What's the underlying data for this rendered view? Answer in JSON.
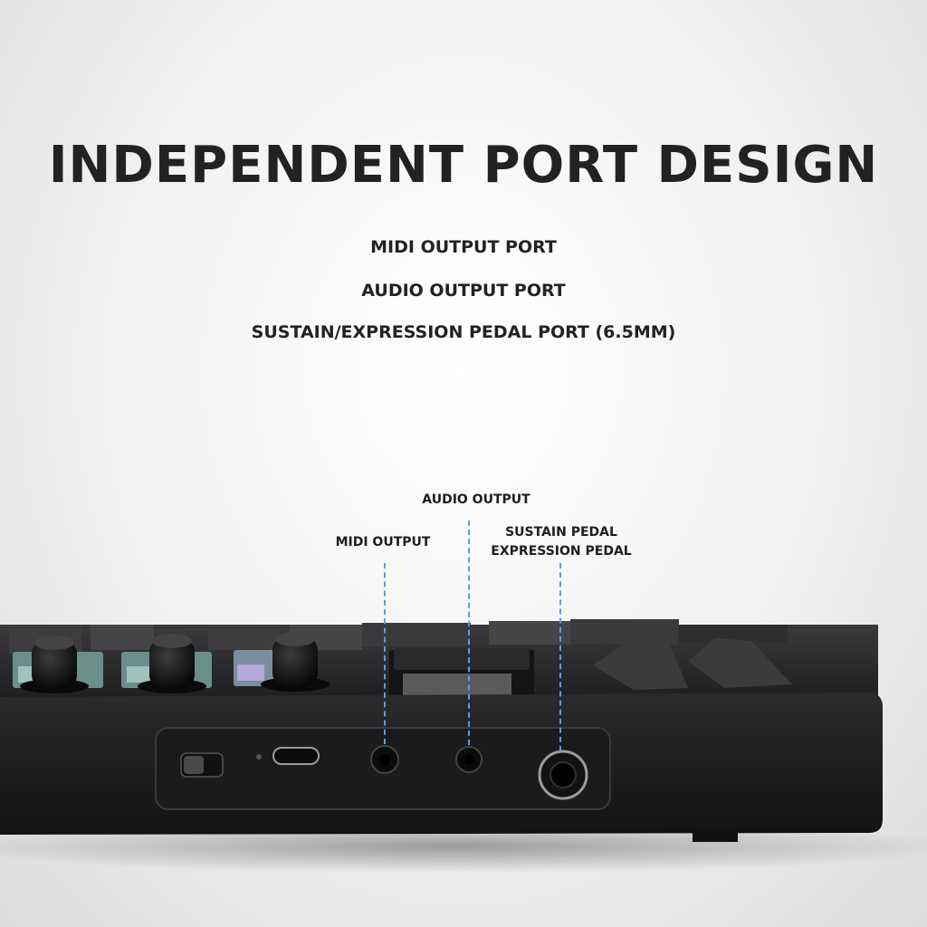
{
  "headline": "INDEPENDENT PORT DESIGN",
  "features": [
    "MIDI OUTPUT PORT",
    "AUDIO OUTPUT PORT",
    "SUSTAIN/EXPRESSION PEDAL PORT (6.5MM)"
  ],
  "callouts": {
    "audio": "AUDIO OUTPUT",
    "midi": "MIDI OUTPUT",
    "pedal_line1": "SUSTAIN PEDAL",
    "pedal_line2": "EXPRESSION PEDAL"
  },
  "colors": {
    "leader": "#5b9be6",
    "device": "#1c1c1e",
    "text": "#222222"
  },
  "image": {
    "subject": "black MIDI keyboard controller, side panel with ports",
    "icons": [
      "knob-icon",
      "usb-c-port-icon",
      "3.5mm-jack-icon",
      "6.5mm-jack-icon",
      "power-switch-icon"
    ]
  }
}
